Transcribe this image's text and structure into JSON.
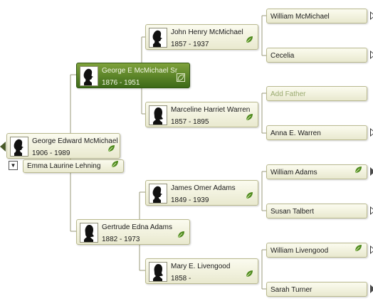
{
  "root": {
    "name": "George Edward McMichael",
    "years": "1906 - 1989"
  },
  "spouse": {
    "name": "Emma Laurine Lehning"
  },
  "father": {
    "name": "George E McMichael Sr",
    "years": "1876 - 1951"
  },
  "mother": {
    "name": "Gertrude Edna Adams",
    "years": "1882 - 1973"
  },
  "pgf": {
    "name": "John Henry McMichael",
    "years": "1857 - 1937"
  },
  "pgm": {
    "name": "Marceline Harriet Warren",
    "years": "1857 - 1895"
  },
  "mgf": {
    "name": "James Omer Adams",
    "years": "1849 - 1939"
  },
  "mgm": {
    "name": "Mary E. Livengood",
    "years": "1858 -"
  },
  "gen4": [
    {
      "name": "William McMichael"
    },
    {
      "name": "Cecelia"
    },
    {
      "name": "Add Father"
    },
    {
      "name": "Anna E. Warren"
    },
    {
      "name": "William Adams"
    },
    {
      "name": "Susan Talbert"
    },
    {
      "name": "William Livengood"
    },
    {
      "name": "Sarah Turner"
    }
  ],
  "colors": {
    "selected": "#4f7d22",
    "card": "#f3f3e0",
    "line": "#9a9a7a",
    "leaf": "#4e8a1e"
  },
  "icons": {
    "portrait": "silhouette-icon",
    "leaf": "leaf-icon",
    "expand": "expand-arrow-icon"
  }
}
